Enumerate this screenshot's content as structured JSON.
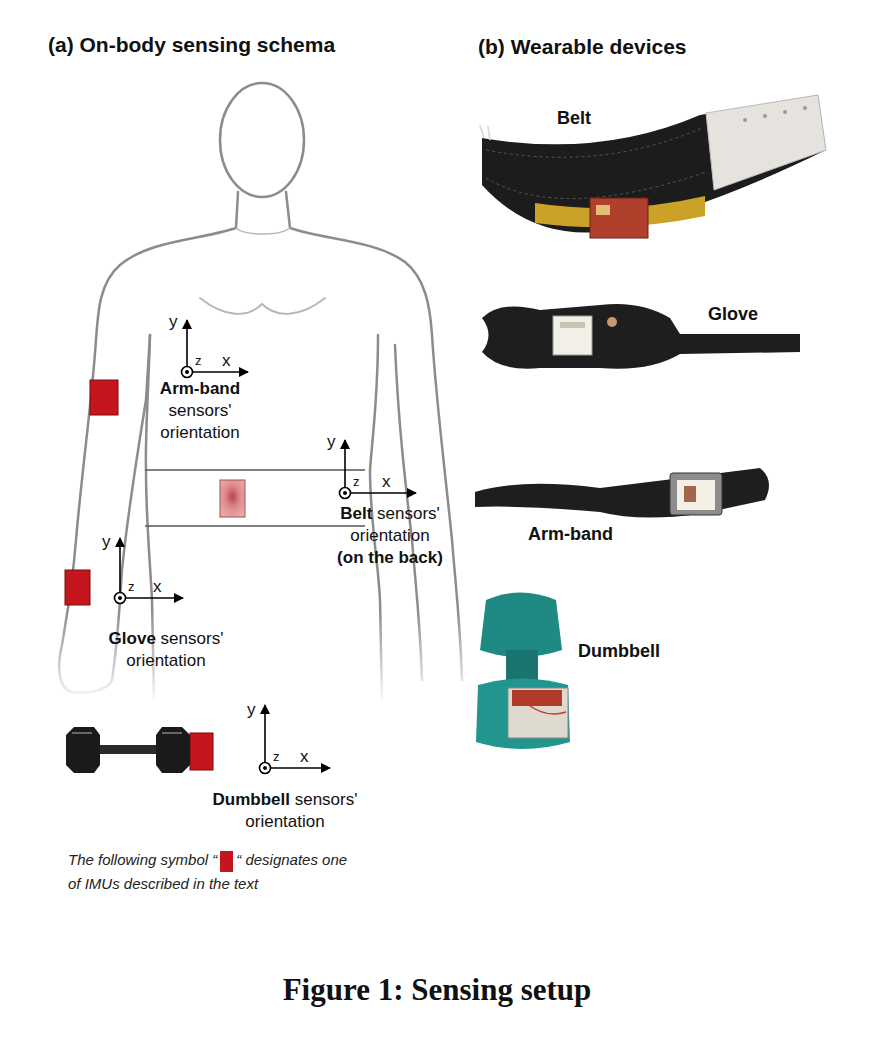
{
  "diagram": {
    "caption": "Figure 1: Sensing setup",
    "labels": [
      "(a) On-body sensing schema",
      "(b) Wearable devices",
      "Belt",
      "y",
      "z",
      "x",
      "Arm-band",
      "sensors' orientation",
      "Glove",
      "y",
      "z",
      "x",
      "Belt",
      "sensors' orientation",
      "(on the back)",
      "Arm-band",
      "y",
      "z",
      "x",
      "Glove",
      "sensors' orientation",
      "Dumbbell",
      "y",
      "z",
      "x",
      "Dumbbell",
      "sensors' orientation",
      "The following symbol “",
      "“ designates one of IMUs described in the text"
    ]
  }
}
